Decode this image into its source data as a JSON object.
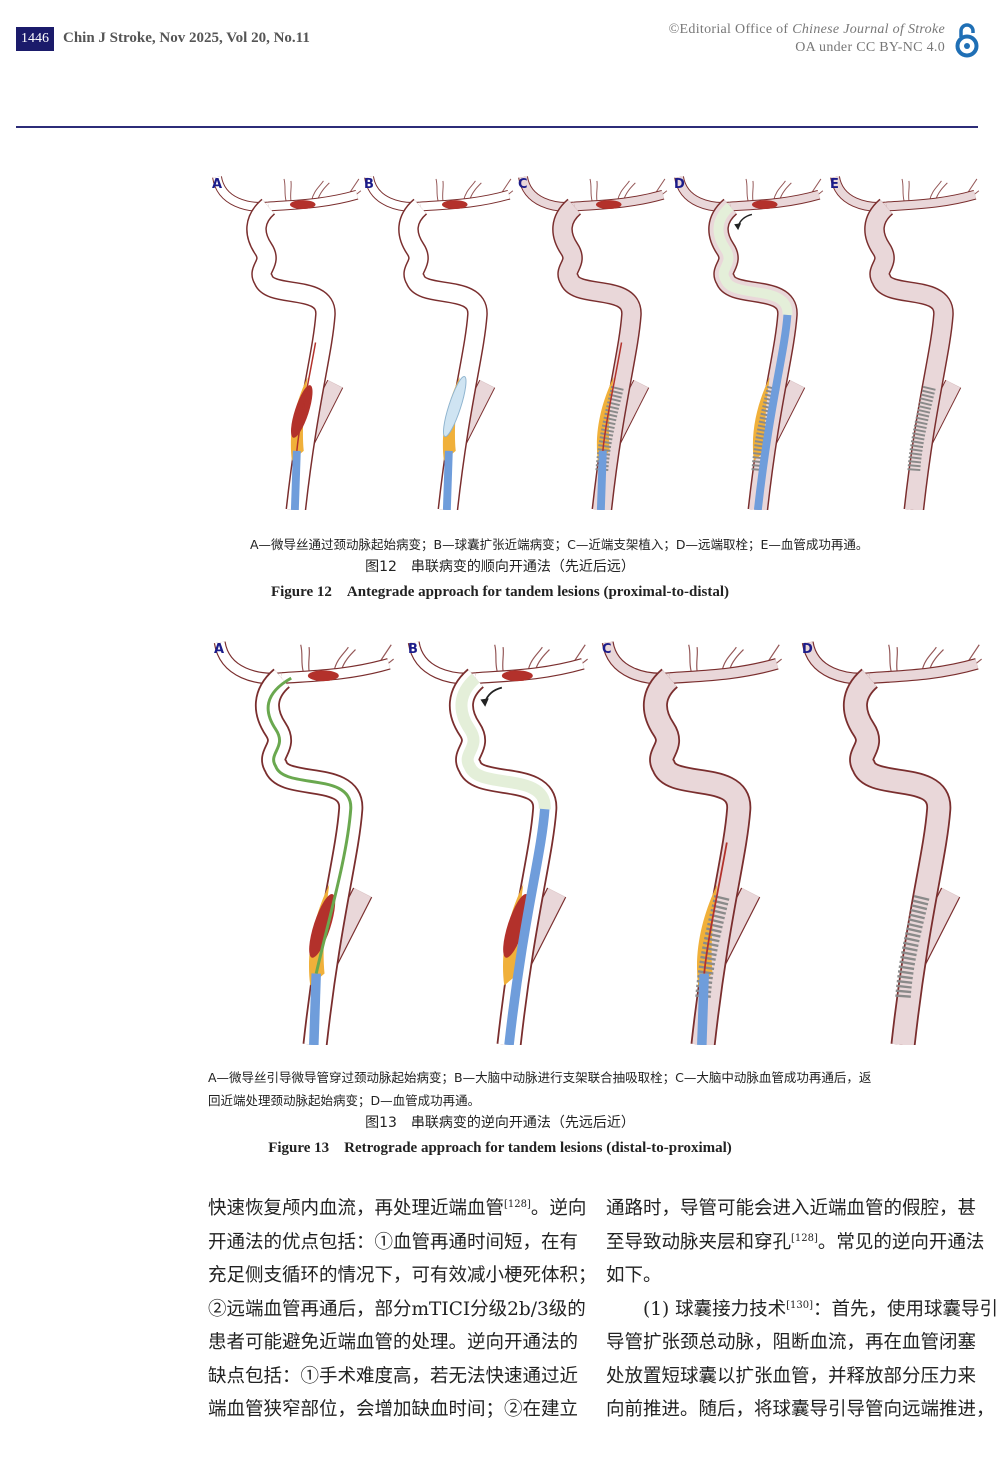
{
  "header": {
    "page_number": "1446",
    "journal": "Chin J Stroke, Nov 2025, Vol 20, No.11",
    "copyright_prefix": "©Editorial Office of ",
    "copyright_journal": "Chinese Journal of Stroke",
    "license": "OA under CC BY-NC 4.0"
  },
  "figure12": {
    "panels": [
      "A",
      "B",
      "C",
      "D",
      "E"
    ],
    "caption_zh": "A—微导丝通过颈动脉起始病变；B—球囊扩张近端病变；C—近端支架植入；D—远端取栓；E—血管成功再通。",
    "title_zh": "图12　串联病变的顺向开通法（先近后远）",
    "title_en": "Figure 12　Antegrade approach for tandem lesions (proximal-to-distal)"
  },
  "figure13": {
    "panels": [
      "A",
      "B",
      "C",
      "D"
    ],
    "caption_zh_line1": "A—微导丝引导微导管穿过颈动脉起始病变；B—大脑中动脉进行支架联合抽吸取栓；C—大脑中动脉血管成功再通后，返",
    "caption_zh_line2": "回近端处理颈动脉起始病变；D—血管成功再通。",
    "title_zh": "图13　串联病变的逆向开通法（先远后近）",
    "title_en": "Figure 13　Retrograde approach for tandem lesions (distal-to-proximal)"
  },
  "body": {
    "left": [
      [
        "快速恢复颅内血流，再处理近端血管",
        "[128]",
        "。逆向"
      ],
      [
        "开通法的优点包括：①血管再通时间短，在有"
      ],
      [
        "充足侧支循环的情况下，可有效减小梗死体积；"
      ],
      [
        "②远端血管再通后，部分mTICI分级2b/3级的"
      ],
      [
        "患者可能避免近端血管的处理。逆向开通法的"
      ],
      [
        "缺点包括：①手术难度高，若无法快速通过近"
      ],
      [
        "端血管狭窄部位，会增加缺血时间；②在建立"
      ]
    ],
    "right": [
      [
        "通路时，导管可能会进入近端血管的假腔，甚"
      ],
      [
        "至导致动脉夹层和穿孔",
        "[128]",
        "。常见的逆向开通法"
      ],
      [
        "如下。"
      ],
      [
        "　　(1) 球囊接力技术",
        "[130]",
        "：首先，使用球囊导引"
      ],
      [
        "导管扩张颈总动脉，阻断血流，再在血管闭塞"
      ],
      [
        "处放置短球囊以扩张血管，并释放部分压力来"
      ],
      [
        "向前推进。随后，将球囊导引导管向远端推进，"
      ]
    ]
  },
  "colors": {
    "navy": "#1b1b6b",
    "vessel_outline": "#7a2e2e",
    "vessel_fill": "#e9d7d9",
    "plaque": "#f0b03a",
    "clot": "#b3312b",
    "catheter": "#6f9ddb",
    "guidewire": "#6aa84f",
    "stent": "#8a8a8a"
  }
}
